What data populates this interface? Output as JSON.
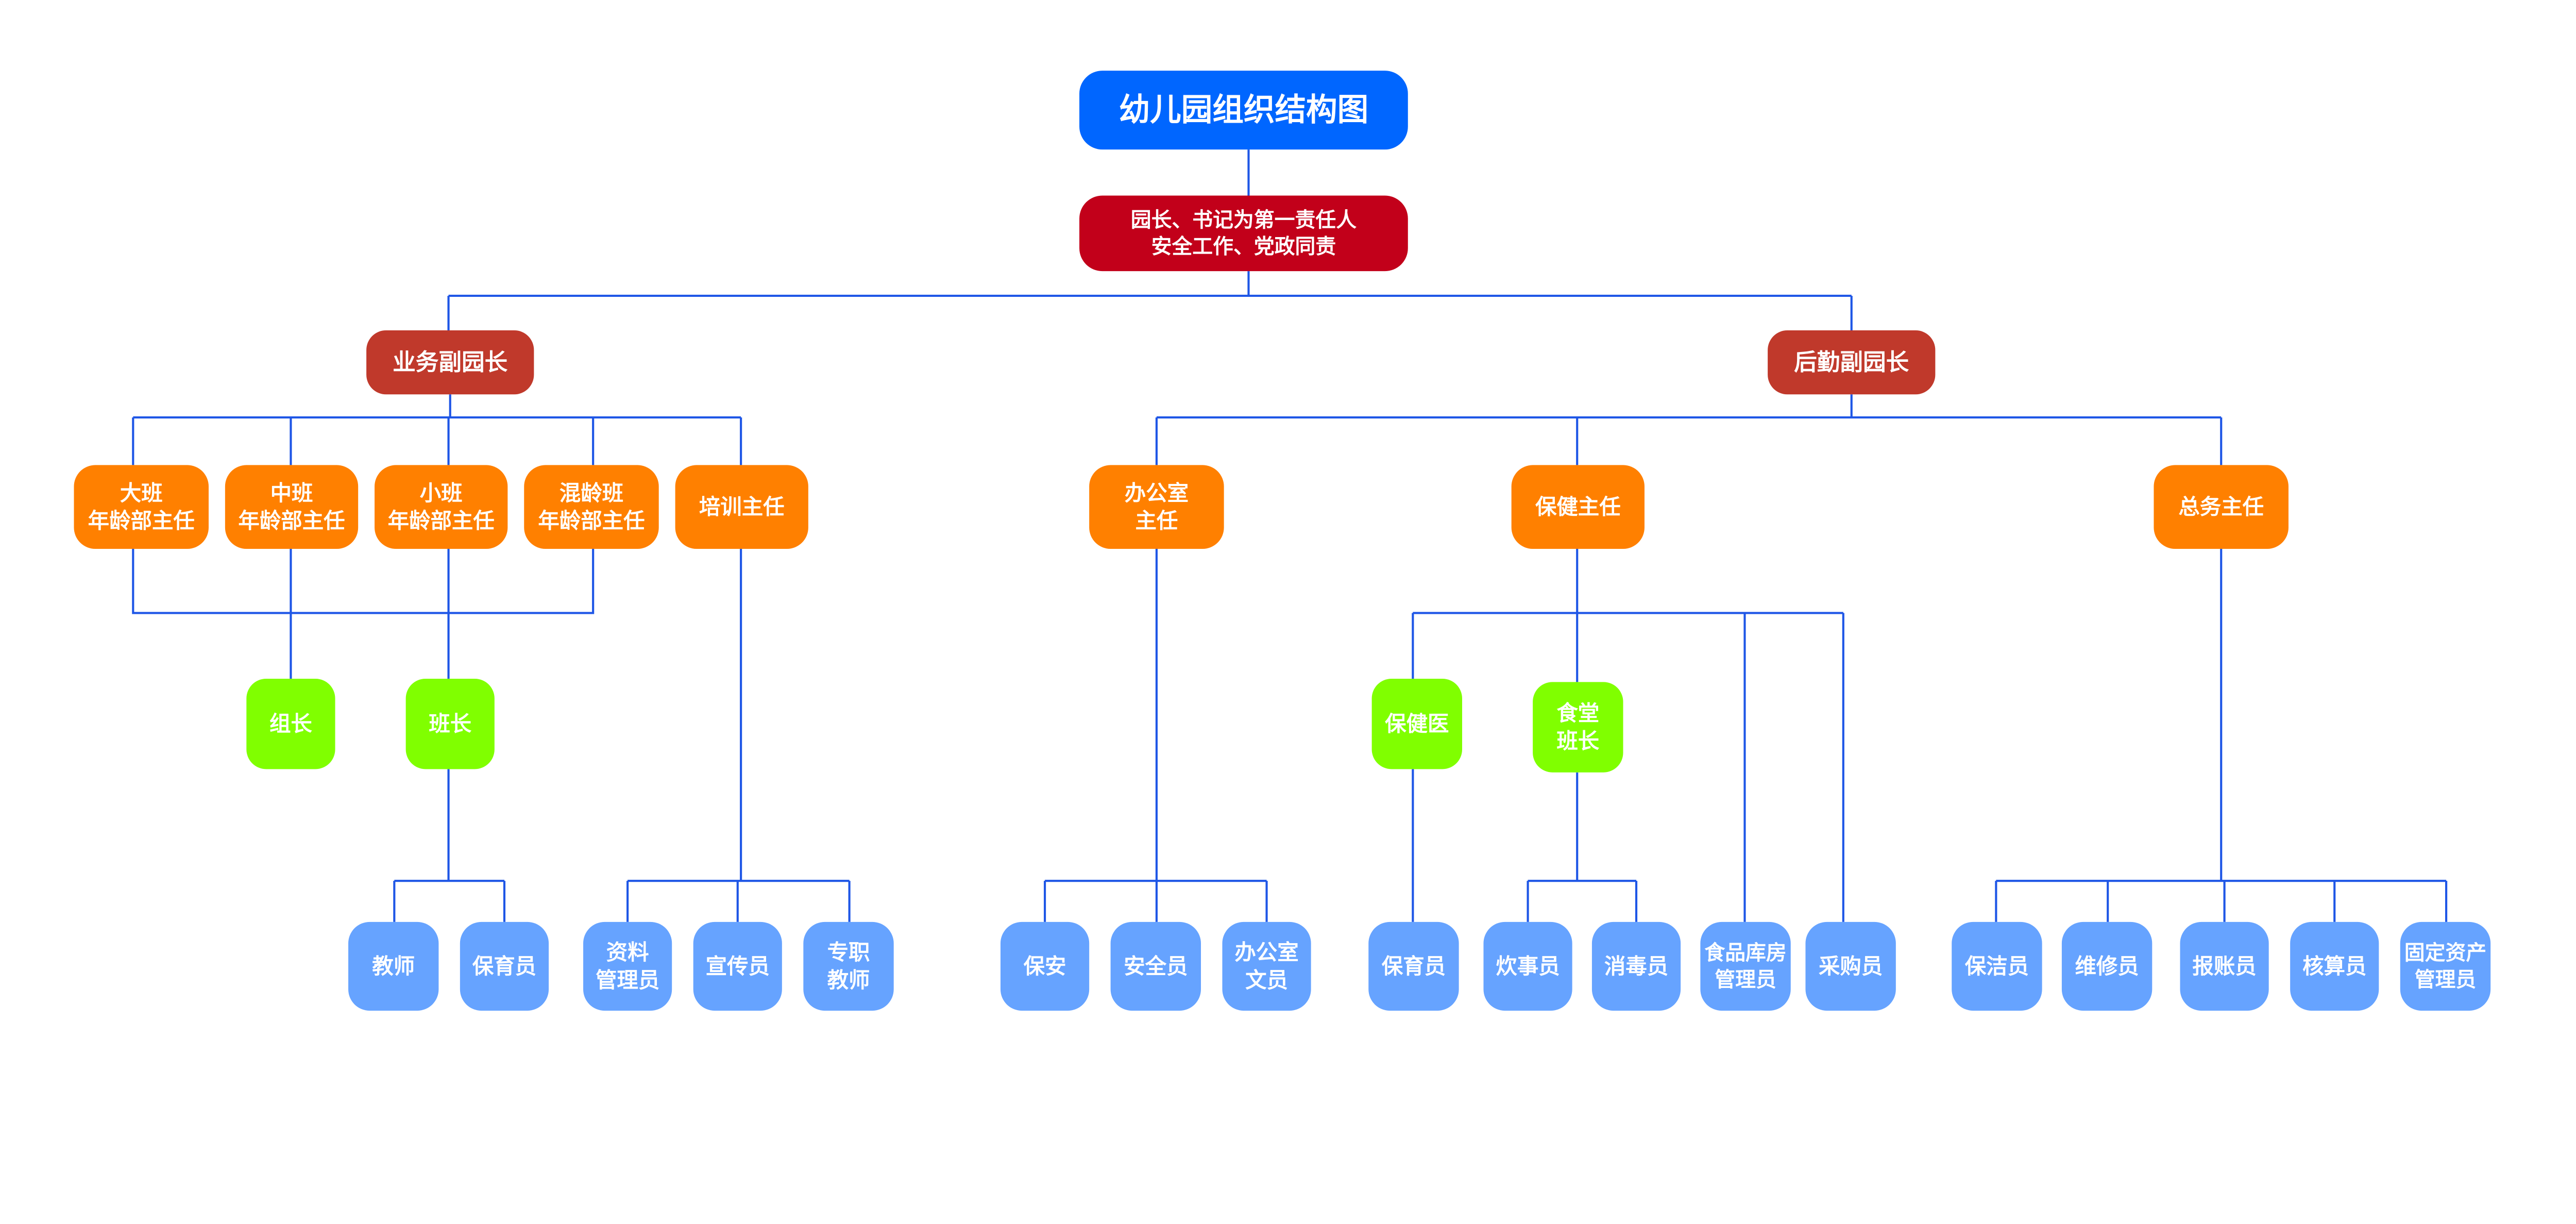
{
  "colors": {
    "title": "#0066ff",
    "leadership": "#c2001a",
    "vice_principal": "#c0392b",
    "director": "#ff8000",
    "team_lead": "#80ff00",
    "staff": "#66a3ff",
    "connector": "#1e56e6"
  },
  "nodes": [
    {
      "id": "title",
      "role": "title",
      "lines": [
        "幼儿园组织结构图"
      ]
    },
    {
      "id": "leadership",
      "role": "leadership",
      "lines": [
        "园长、书记为第一责任人",
        "安全工作、党政同责"
      ]
    },
    {
      "id": "vp-business",
      "role": "vice_principal",
      "lines": [
        "业务副园长"
      ]
    },
    {
      "id": "vp-logistics",
      "role": "vice_principal",
      "lines": [
        "后勤副园长"
      ]
    },
    {
      "id": "senior-class",
      "role": "director",
      "lines": [
        "大班",
        "年龄部主任"
      ]
    },
    {
      "id": "middle-class",
      "role": "director",
      "lines": [
        "中班",
        "年龄部主任"
      ]
    },
    {
      "id": "junior-class",
      "role": "director",
      "lines": [
        "小班",
        "年龄部主任"
      ]
    },
    {
      "id": "mixed-class",
      "role": "director",
      "lines": [
        "混龄班",
        "年龄部主任"
      ]
    },
    {
      "id": "training",
      "role": "director",
      "lines": [
        "培训主任"
      ]
    },
    {
      "id": "office",
      "role": "director",
      "lines": [
        "办公室",
        "主任"
      ]
    },
    {
      "id": "health",
      "role": "director",
      "lines": [
        "保健主任"
      ]
    },
    {
      "id": "general",
      "role": "director",
      "lines": [
        "总务主任"
      ]
    },
    {
      "id": "group-leader",
      "role": "team_lead",
      "lines": [
        "组长"
      ]
    },
    {
      "id": "class-leader",
      "role": "team_lead",
      "lines": [
        "班长"
      ]
    },
    {
      "id": "doctor",
      "role": "team_lead",
      "lines": [
        "保健医"
      ]
    },
    {
      "id": "canteen-leader",
      "role": "team_lead",
      "lines": [
        "食堂",
        "班长"
      ]
    },
    {
      "id": "teacher",
      "role": "staff",
      "lines": [
        "教师"
      ]
    },
    {
      "id": "nurse-1",
      "role": "staff",
      "lines": [
        "保育员"
      ]
    },
    {
      "id": "archivist",
      "role": "staff",
      "lines": [
        "资料",
        "管理员"
      ]
    },
    {
      "id": "publicist",
      "role": "staff",
      "lines": [
        "宣传员"
      ]
    },
    {
      "id": "full-time-teacher",
      "role": "staff",
      "lines": [
        "专职",
        "教师"
      ]
    },
    {
      "id": "security",
      "role": "staff",
      "lines": [
        "保安"
      ]
    },
    {
      "id": "safety-officer",
      "role": "staff",
      "lines": [
        "安全员"
      ]
    },
    {
      "id": "office-clerk",
      "role": "staff",
      "lines": [
        "办公室",
        "文员"
      ]
    },
    {
      "id": "nurse-2",
      "role": "staff",
      "lines": [
        "保育员"
      ]
    },
    {
      "id": "cook",
      "role": "staff",
      "lines": [
        "炊事员"
      ]
    },
    {
      "id": "disinfector",
      "role": "staff",
      "lines": [
        "消毒员"
      ]
    },
    {
      "id": "food-storekeeper",
      "role": "staff",
      "lines": [
        "食品库房",
        "管理员"
      ]
    },
    {
      "id": "purchaser",
      "role": "staff",
      "lines": [
        "采购员"
      ]
    },
    {
      "id": "cleaner",
      "role": "staff",
      "lines": [
        "保洁员"
      ]
    },
    {
      "id": "repairer",
      "role": "staff",
      "lines": [
        "维修员"
      ]
    },
    {
      "id": "accountant",
      "role": "staff",
      "lines": [
        "报账员"
      ]
    },
    {
      "id": "auditor",
      "role": "staff",
      "lines": [
        "核算员"
      ]
    },
    {
      "id": "asset-manager",
      "role": "staff",
      "lines": [
        "固定资产",
        "管理员"
      ]
    }
  ]
}
